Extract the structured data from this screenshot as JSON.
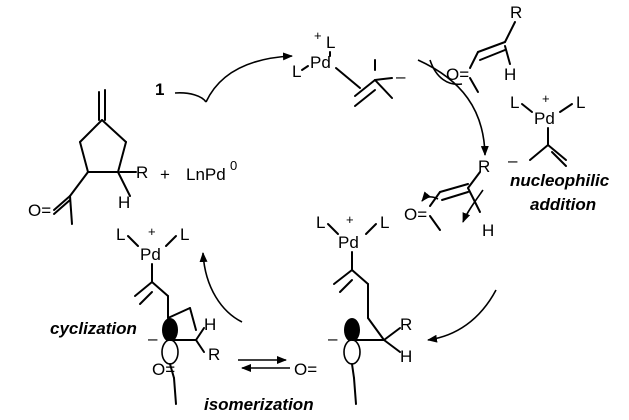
{
  "catalyst": {
    "start_number": "1",
    "ligand": "L",
    "metal": "Pd",
    "plus": "+",
    "minus": "–"
  },
  "enone": {
    "carbonyl": "O=",
    "r": "R",
    "h": "H"
  },
  "product": {
    "carbonyl": "O=",
    "r": "R",
    "h": "H",
    "plus_sign": "+",
    "pd0_prefix": "LnPd",
    "pd0_sup": "0"
  },
  "stages": {
    "nucleophilic": [
      "nucleophilic",
      "addition"
    ],
    "cyclization": "cyclization",
    "isomerization": "isomerization"
  },
  "intermediates": {
    "carbonyl": "O=",
    "r": "R",
    "h": "H"
  }
}
